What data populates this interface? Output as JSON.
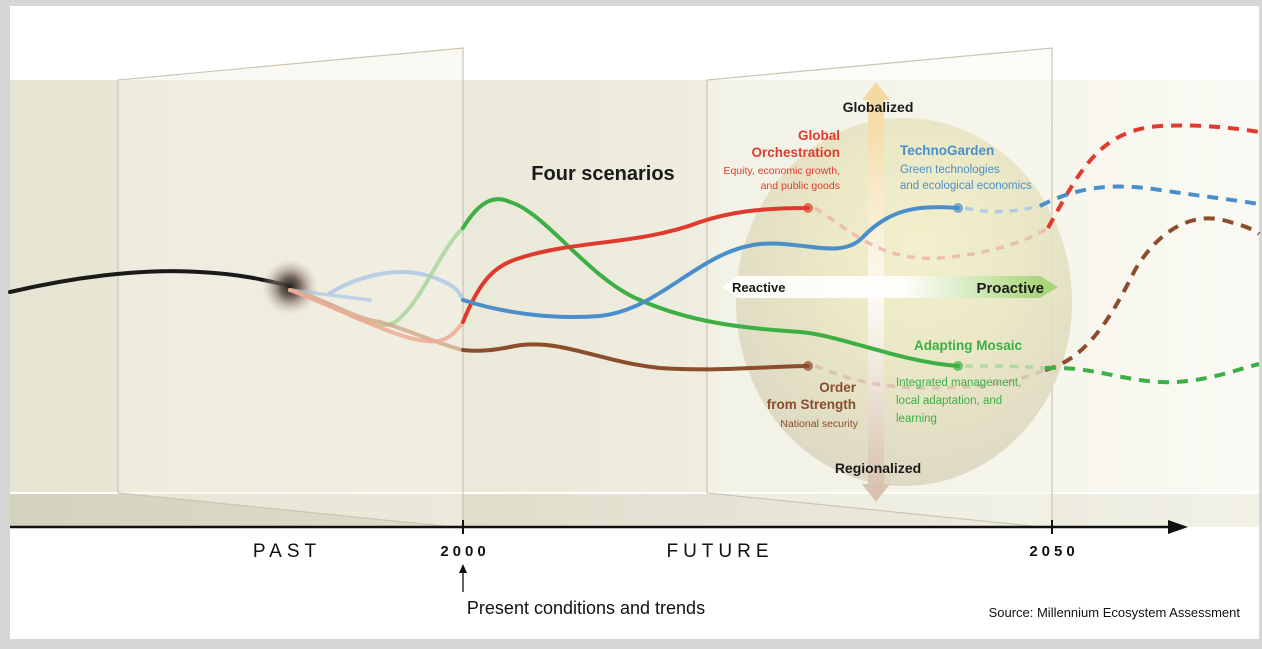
{
  "title": "Four scenarios",
  "axis_labels": {
    "top": "Globalized",
    "bottom": "Regionalized",
    "left": "Reactive",
    "right": "Proactive"
  },
  "timeline": {
    "past": "PAST",
    "future": "FUTURE",
    "year_present": "2000",
    "year_end": "2050",
    "present_label": "Present conditions and trends"
  },
  "source": "Source: Millennium Ecosystem Assessment",
  "scenarios": {
    "global_orchestration": {
      "name_line1": "Global",
      "name_line2": "Orchestration",
      "desc_line1": "Equity, economic growth,",
      "desc_line2": "and public goods",
      "color": "#e03a2e"
    },
    "techno_garden": {
      "name": "TechnoGarden",
      "desc_line1": "Green technologies",
      "desc_line2": "and ecological economics",
      "color": "#4a8fc9"
    },
    "adapting_mosaic": {
      "name": "Adapting Mosaic",
      "desc_line1": "Integrated management,",
      "desc_line2": "local adaptation, and",
      "desc_line3": "learning",
      "color": "#3daf45"
    },
    "order_from_strength": {
      "name_line1": "Order",
      "name_line2": "from Strength",
      "desc": "National security",
      "color": "#8b4d2c"
    }
  },
  "colors": {
    "history": "#1a1a1a",
    "background": "#d6d6d6",
    "panel": "#ffffff"
  }
}
